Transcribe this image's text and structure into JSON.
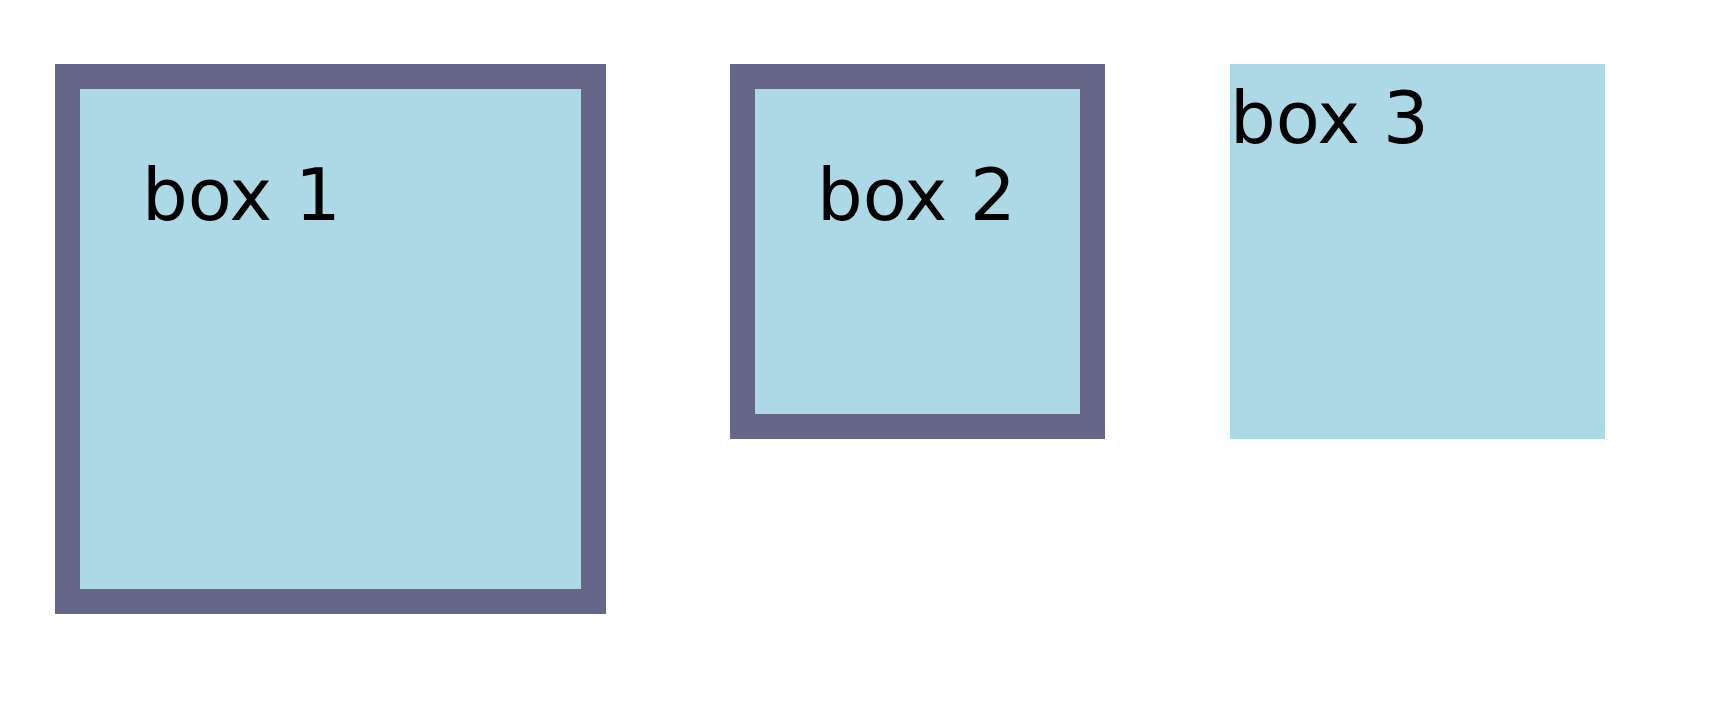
{
  "boxes": [
    {
      "label": "box 1"
    },
    {
      "label": "box 2"
    },
    {
      "label": "box 3"
    }
  ],
  "colors": {
    "fill": "#add8e6",
    "border": "#666688",
    "text": "#000000",
    "background": "#ffffff"
  }
}
